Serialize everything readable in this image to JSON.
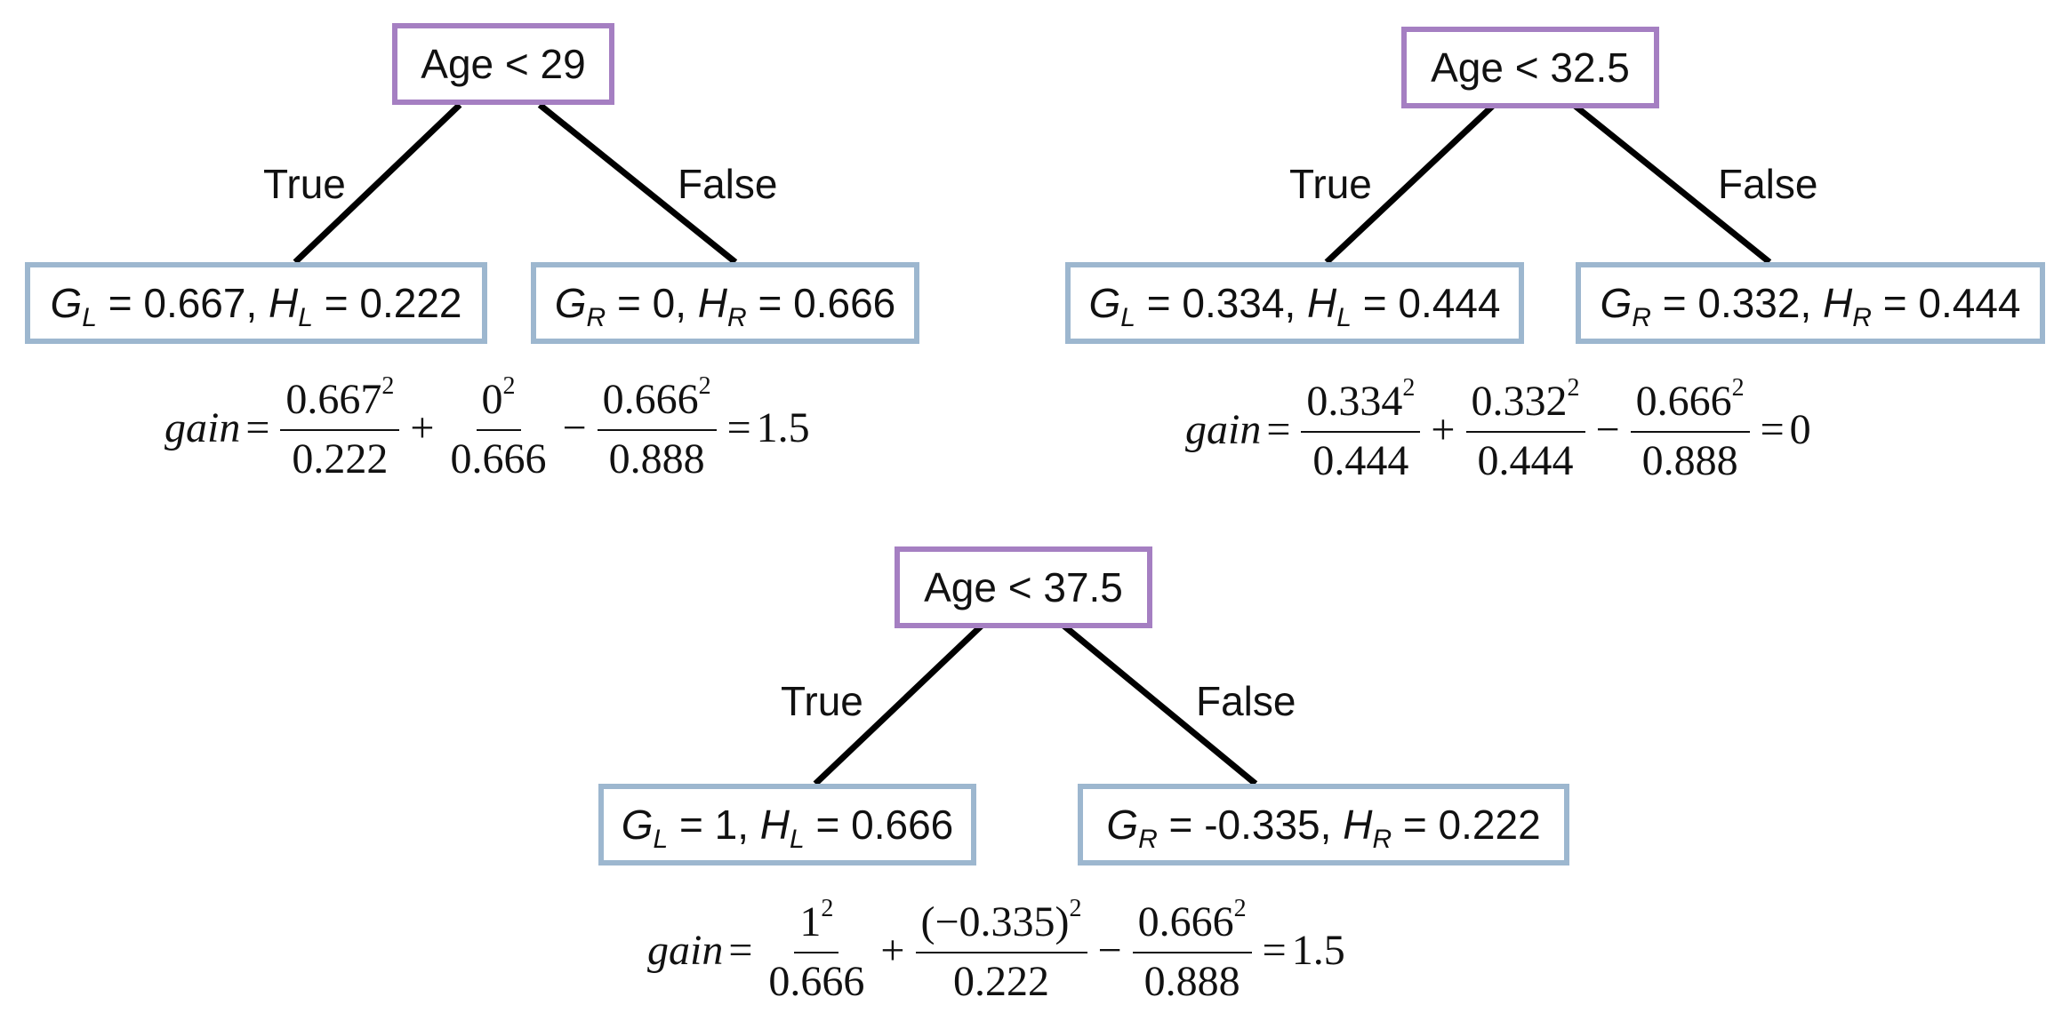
{
  "trees": [
    {
      "split": "Age < 29",
      "true_label": "True",
      "false_label": "False",
      "left": {
        "g": "0.667",
        "h": "0.222"
      },
      "right": {
        "g": "0",
        "h": "0.666"
      },
      "formula": {
        "gain_var": "gain",
        "eq": "=",
        "t1_num": "0.667",
        "t1_den": "0.222",
        "plus": "+",
        "t2_num": "0",
        "t2_den": "0.666",
        "minus": "−",
        "t3_num": "0.666",
        "t3_den": "0.888",
        "result": "1.5",
        "sup": "2"
      }
    },
    {
      "split": "Age < 32.5",
      "true_label": "True",
      "false_label": "False",
      "left": {
        "g": "0.334",
        "h": "0.444"
      },
      "right": {
        "g": "0.332",
        "h": "0.444"
      },
      "formula": {
        "gain_var": "gain",
        "eq": "=",
        "t1_num": "0.334",
        "t1_den": "0.444",
        "plus": "+",
        "t2_num": "0.332",
        "t2_den": "0.444",
        "minus": "−",
        "t3_num": "0.666",
        "t3_den": "0.888",
        "result": "0",
        "sup": "2"
      }
    },
    {
      "split": "Age < 37.5",
      "true_label": "True",
      "false_label": "False",
      "left": {
        "g": "1",
        "h": "0.666"
      },
      "right": {
        "g": "-0.335",
        "h": "0.222"
      },
      "formula": {
        "gain_var": "gain",
        "eq": "=",
        "t1_num": "1",
        "t1_den": "0.666",
        "plus": "+",
        "t2_num": "(−0.335)",
        "t2_den": "0.222",
        "minus": "−",
        "t3_num": "0.666",
        "t3_den": "0.888",
        "result": "1.5",
        "sup": "2"
      }
    }
  ],
  "symbols": {
    "G": "G",
    "H": "H",
    "L": "L",
    "R": "R",
    "eq_sep": " = ",
    "comma": ", "
  }
}
